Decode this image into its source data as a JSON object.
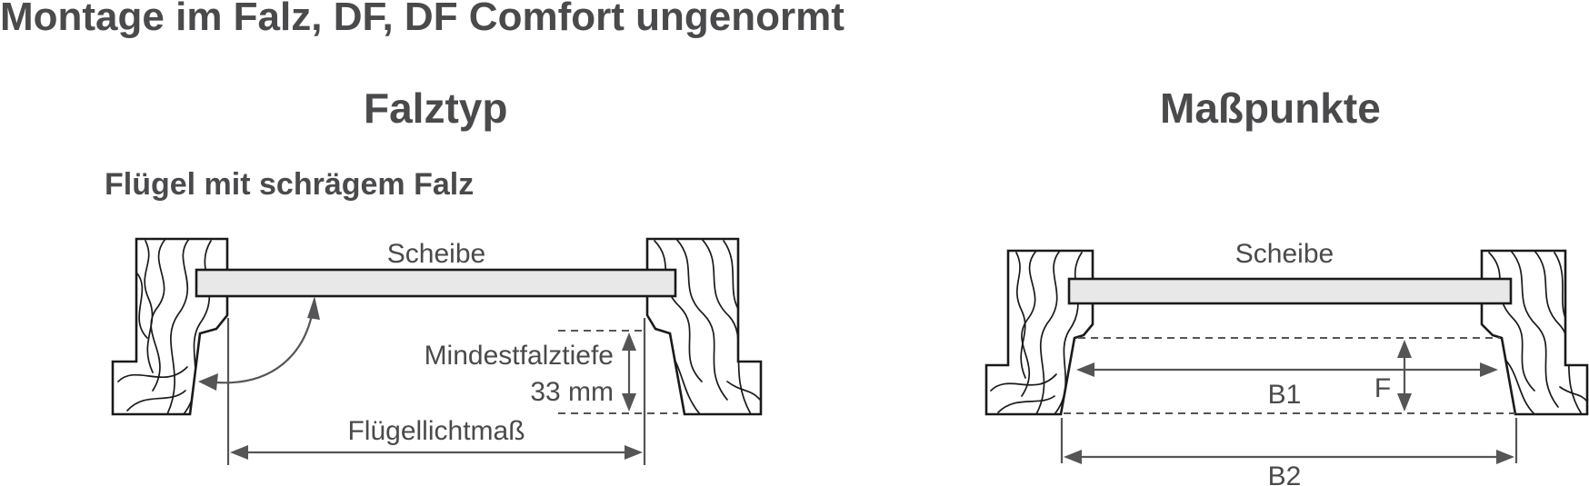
{
  "title": "Montage im Falz, DF, DF Comfort ungenormt",
  "falztyp": {
    "heading": "Falztyp",
    "subheading": "Flügel mit schrägem Falz",
    "labels": {
      "scheibe": "Scheibe",
      "mindestfalztiefe": "Mindestfalztiefe",
      "depth_value": "33 mm",
      "fluegellichtmass": "Flügellichtmaß"
    }
  },
  "masspunkte": {
    "heading": "Maßpunkte",
    "labels": {
      "scheibe": "Scheibe",
      "b1": "B1",
      "f": "F",
      "b2": "B2"
    }
  },
  "colors": {
    "text": "#4a4a4c",
    "outline": "#1a1a1a",
    "glass": "#e8e8e8",
    "dimension": "#555557"
  }
}
